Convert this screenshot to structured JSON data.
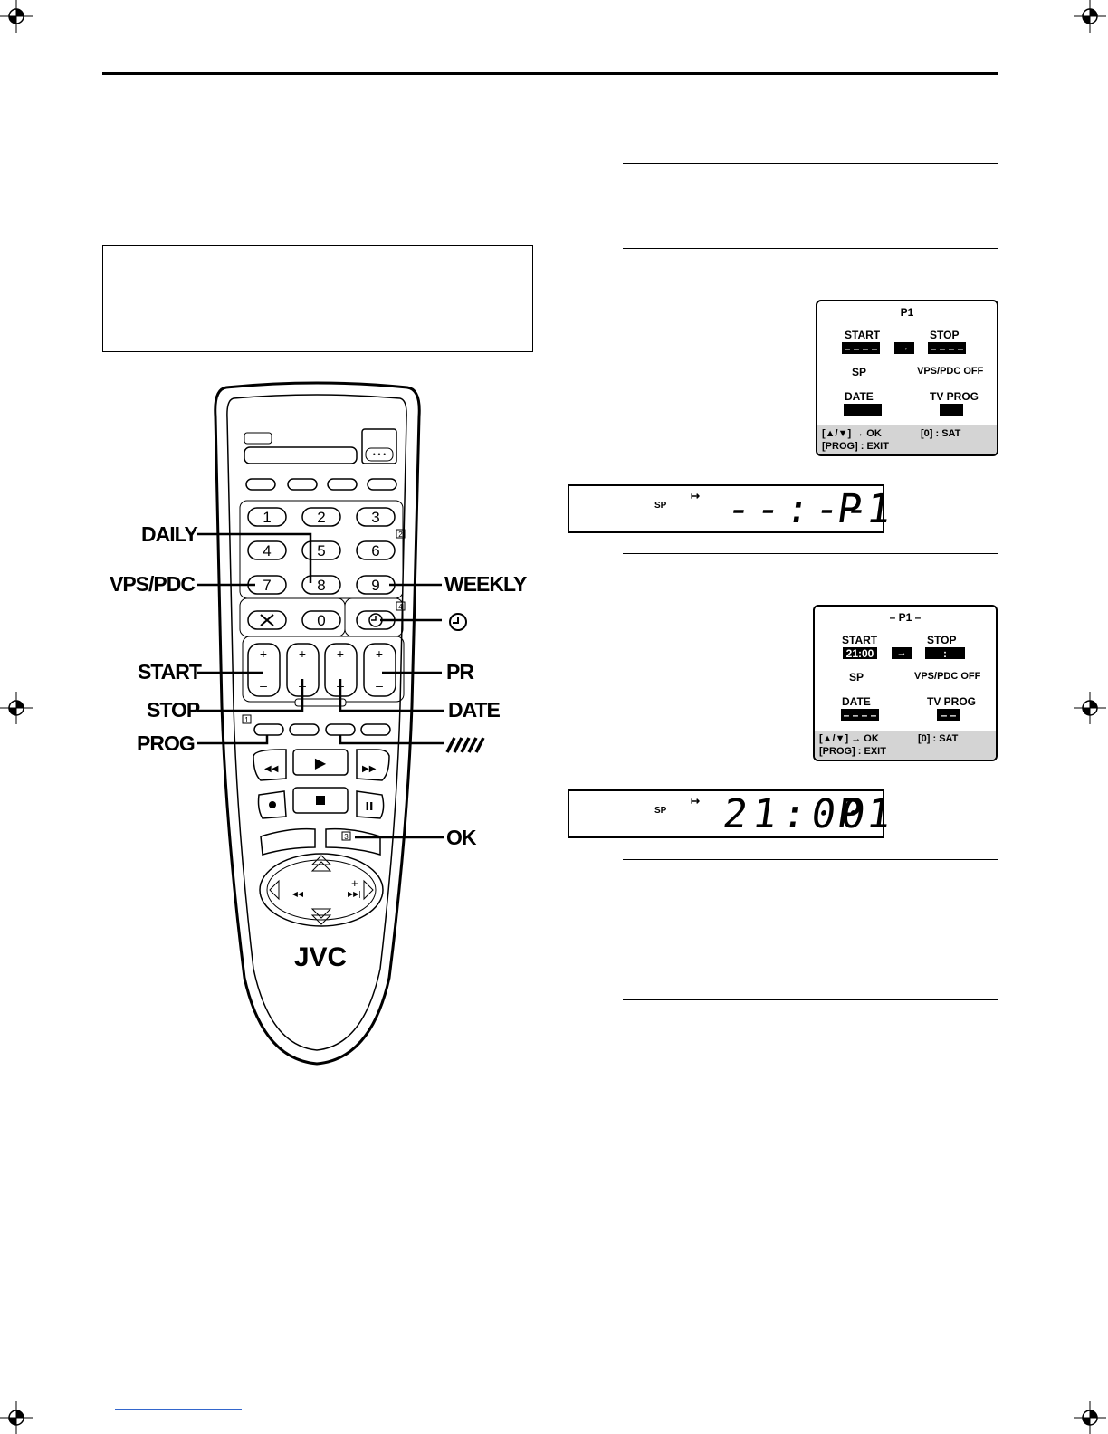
{
  "remote": {
    "brand": "JVC",
    "keypad": [
      "1",
      "2",
      "3",
      "4",
      "5",
      "6",
      "7",
      "8",
      "9",
      "0"
    ],
    "side_markers": [
      "1",
      "2",
      "3",
      "4"
    ],
    "callouts": {
      "daily": "DAILY",
      "vps_pdc": "VPS/PDC",
      "weekly": "WEEKLY",
      "start": "START",
      "pr": "PR",
      "stop": "STOP",
      "date": "DATE",
      "prog": "PROG",
      "ok": "OK"
    }
  },
  "osd1": {
    "title": "P1",
    "start_label": "START",
    "start_value": "– – – –",
    "stop_label": "STOP",
    "stop_value": "– – – –",
    "mode": "SP",
    "vps_pdc": "VPS/PDC OFF",
    "date_label": "DATE",
    "tvprog_label": "TV PROG",
    "footer_ok": "[▲/▼] → OK",
    "footer_save": "[0] : SAT",
    "footer_exit": "[PROG] : EXIT"
  },
  "lcd1": {
    "mode": "SP",
    "time": "--:--",
    "prog": "P1"
  },
  "osd2": {
    "title": "– P1 –",
    "start_label": "START",
    "start_value": "21:00",
    "stop_label": "STOP",
    "stop_value": ":",
    "mode": "SP",
    "vps_pdc": "VPS/PDC OFF",
    "date_label": "DATE",
    "date_value": "– – – –",
    "tvprog_label": "TV PROG",
    "tvprog_value": "– –",
    "footer_ok": "[▲/▼] → OK",
    "footer_save": "[0] : SAT",
    "footer_exit": "[PROG] : EXIT"
  },
  "lcd2": {
    "mode": "SP",
    "time": "21:00",
    "prog": "P1"
  }
}
